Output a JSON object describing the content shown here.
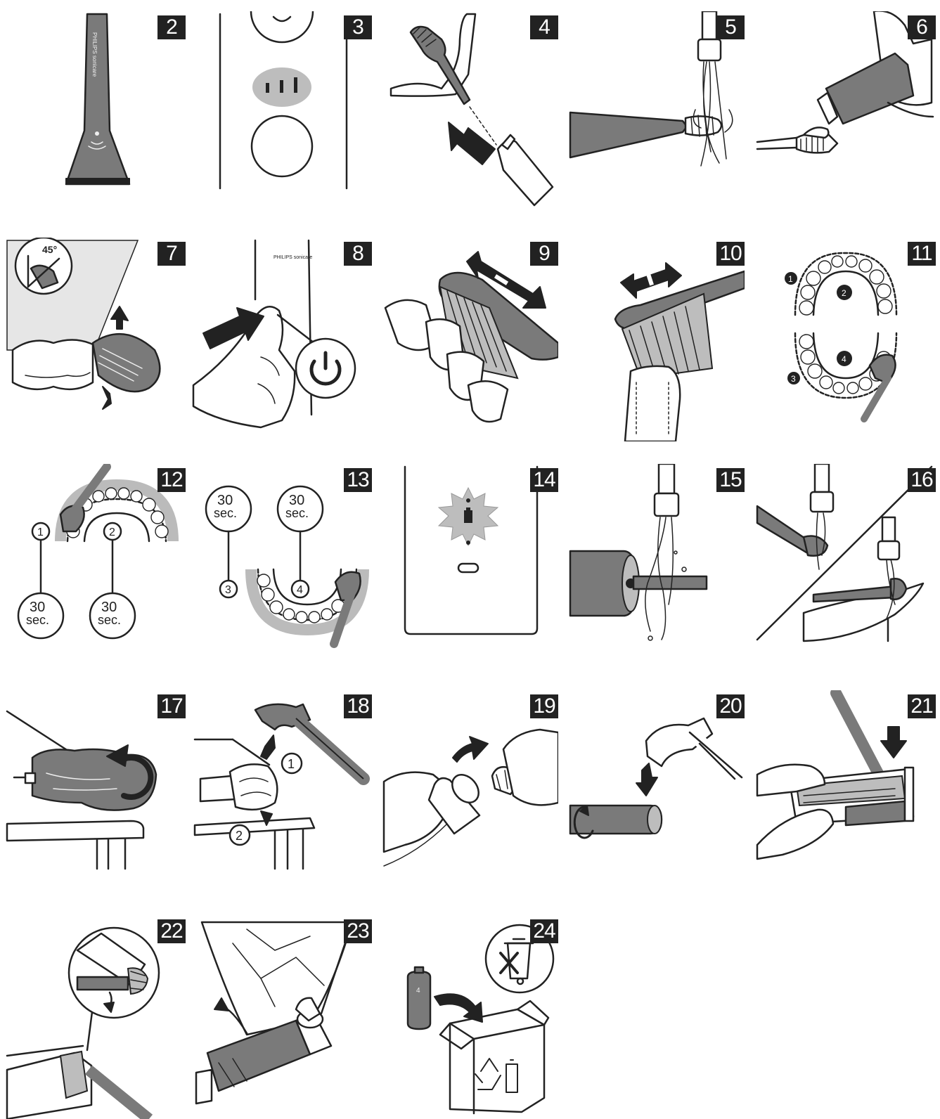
{
  "steps": [
    {
      "number": "2"
    },
    {
      "number": "3"
    },
    {
      "number": "4"
    },
    {
      "number": "5"
    },
    {
      "number": "6"
    },
    {
      "number": "7"
    },
    {
      "number": "8"
    },
    {
      "number": "9"
    },
    {
      "number": "10"
    },
    {
      "number": "11"
    },
    {
      "number": "12"
    },
    {
      "number": "13"
    },
    {
      "number": "14"
    },
    {
      "number": "15"
    },
    {
      "number": "16"
    },
    {
      "number": "17"
    },
    {
      "number": "18"
    },
    {
      "number": "19"
    },
    {
      "number": "20"
    },
    {
      "number": "21"
    },
    {
      "number": "22"
    },
    {
      "number": "23"
    },
    {
      "number": "24"
    }
  ],
  "labels": {
    "brand": "PHILIPS sonicare",
    "angle": "45°",
    "timer_value": "30",
    "timer_unit": "sec.",
    "zone_1": "1",
    "zone_2": "2",
    "zone_3": "3",
    "zone_4": "4",
    "callout_1": "1",
    "callout_2": "2",
    "battery_mark": "4"
  },
  "icons": [
    "toothbrush-handle",
    "mode-button",
    "brush-head",
    "water-tap",
    "toothpaste",
    "power-button",
    "double-arrow",
    "teeth-quadrants",
    "battery-warning",
    "hammer",
    "screwdriver",
    "battery",
    "recycle-symbol",
    "crossed-bin"
  ]
}
